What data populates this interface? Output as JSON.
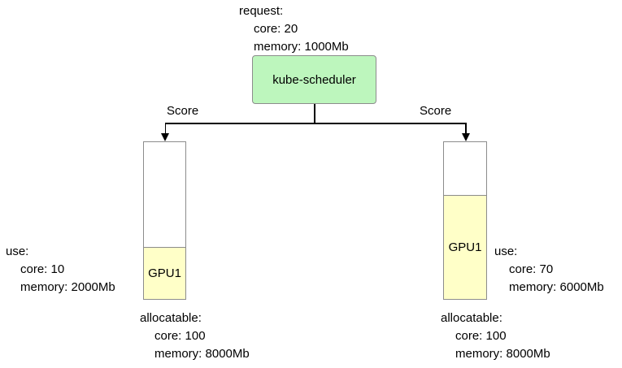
{
  "colors": {
    "scheduler_fill": "#bdf6bd",
    "gpu_fill": "#ffffc8",
    "box_border": "#8c8c8c",
    "line": "#000000"
  },
  "request": {
    "title": "request:",
    "lines": [
      "core: 20",
      "memory: 1000Mb"
    ]
  },
  "scheduler": {
    "label": "kube-scheduler"
  },
  "edges": [
    {
      "label": "Score"
    },
    {
      "label": "Score"
    }
  ],
  "nodes": [
    {
      "gpu_label": "GPU1",
      "use": {
        "title": "use:",
        "lines": [
          "core: 10",
          "memory: 2000Mb"
        ]
      },
      "allocatable": {
        "title": "allocatable:",
        "lines": [
          "core: 100",
          "memory: 8000Mb"
        ]
      }
    },
    {
      "gpu_label": "GPU1",
      "use": {
        "title": "use:",
        "lines": [
          "core: 70",
          "memory: 6000Mb"
        ]
      },
      "allocatable": {
        "title": "allocatable:",
        "lines": [
          "core: 100",
          "memory: 8000Mb"
        ]
      }
    }
  ]
}
